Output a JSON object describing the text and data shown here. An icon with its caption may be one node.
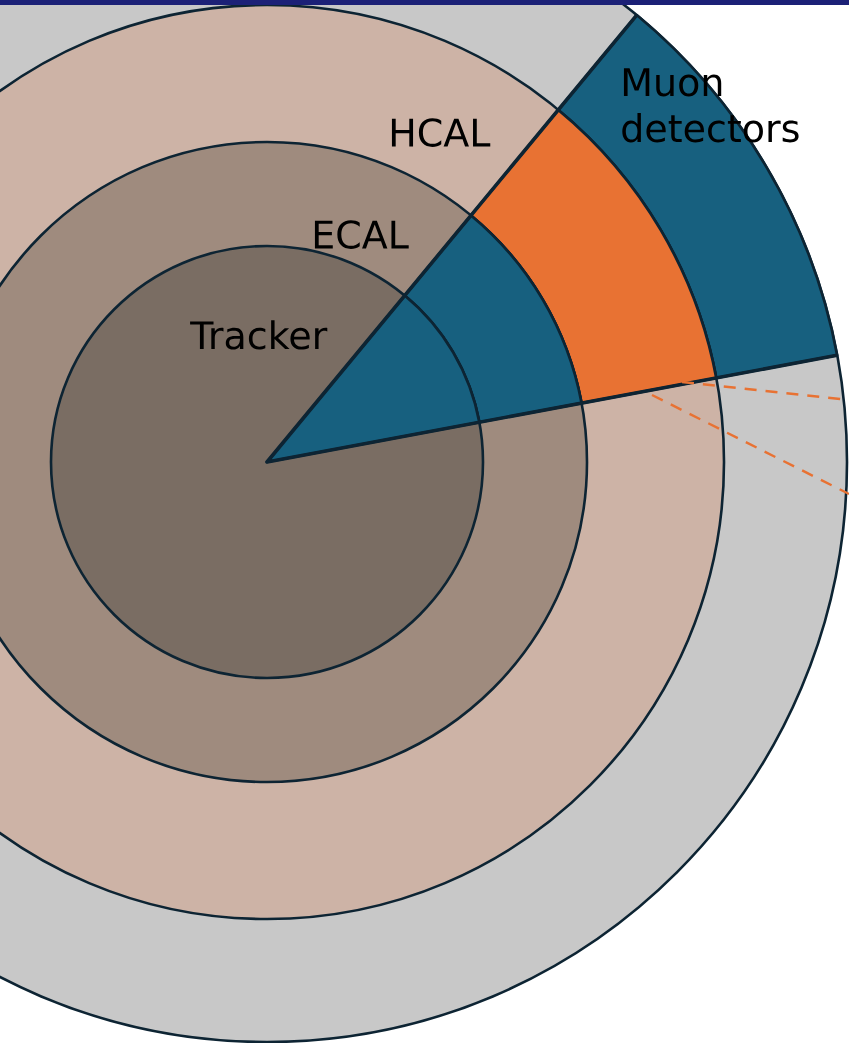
{
  "diagram": {
    "nodes": [
      {
        "text": [
          "Muon detectors"
        ]
      },
      {
        "text": [
          "HCAL"
        ]
      },
      {
        "text": [
          "ECAL"
        ]
      },
      {
        "text": [
          "Tracker"
        ]
      }
    ]
  }
}
